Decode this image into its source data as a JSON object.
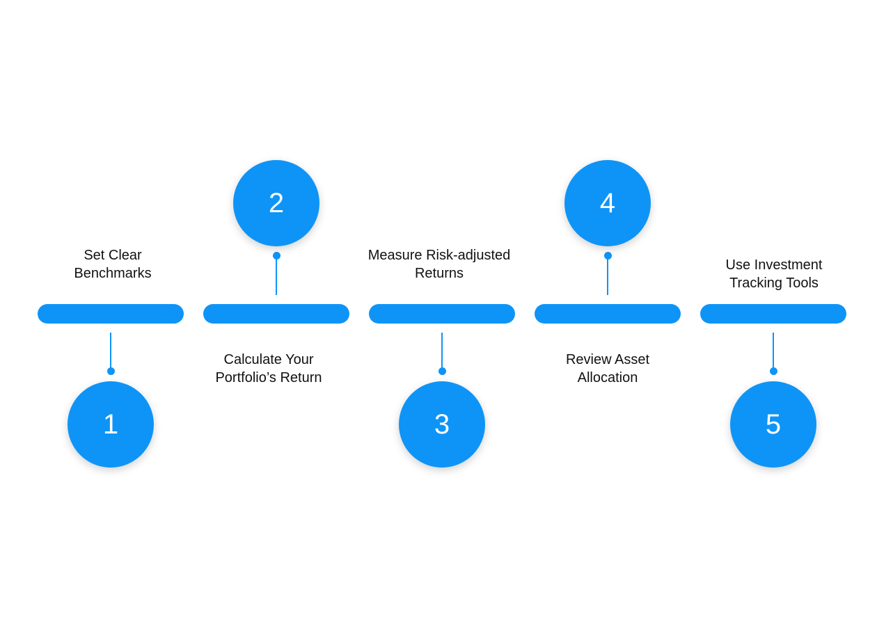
{
  "accent_color": "#0e94f7",
  "steps": [
    {
      "number": "1",
      "label_line1": "Set Clear",
      "label_line2": "Benchmarks"
    },
    {
      "number": "2",
      "label_line1": "Calculate Your",
      "label_line2": "Portfolio’s Return"
    },
    {
      "number": "3",
      "label_line1": "Measure Risk-adjusted",
      "label_line2": "Returns"
    },
    {
      "number": "4",
      "label_line1": "Review Asset",
      "label_line2": "Allocation"
    },
    {
      "number": "5",
      "label_line1": "Use Investment",
      "label_line2": "Tracking Tools"
    }
  ]
}
